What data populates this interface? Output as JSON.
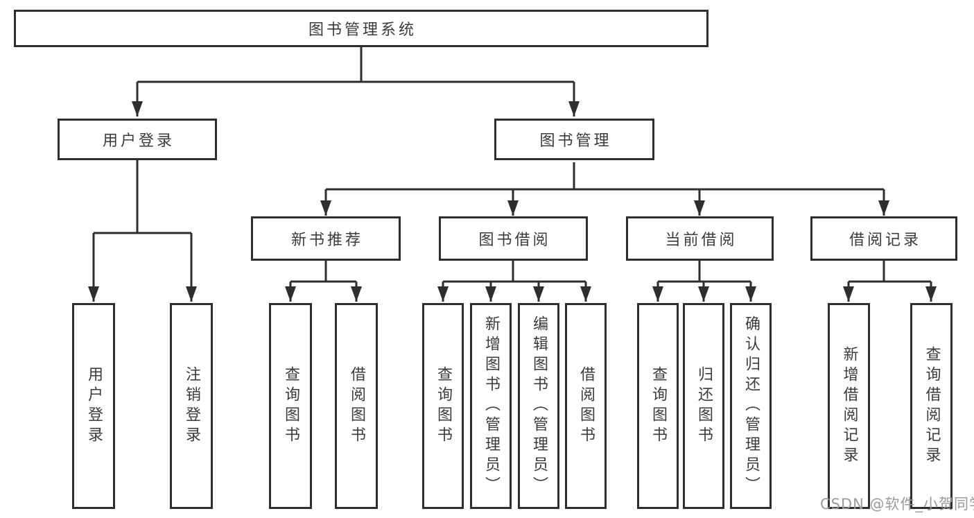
{
  "diagram": {
    "colors": {
      "line": "#2e2e2e",
      "box_border": "#2e2e2e",
      "text": "#3b3b3b",
      "watermark": "#9a9a9a",
      "background": "#ffffff"
    },
    "root": {
      "label": "图书管理系统"
    },
    "level2": {
      "user_login": {
        "label": "用户登录"
      },
      "book_mgmt": {
        "label": "图书管理"
      }
    },
    "level3": {
      "new_books": {
        "label": "新书推荐"
      },
      "borrowing": {
        "label": "图书借阅"
      },
      "current": {
        "label": "当前借阅"
      },
      "records": {
        "label": "借阅记录"
      }
    },
    "leaves": {
      "login": {
        "label": "用户登录"
      },
      "logout": {
        "label": "注销登录"
      },
      "nb_query": {
        "label": "查询图书"
      },
      "nb_borrow": {
        "label": "借阅图书"
      },
      "bw_query": {
        "label": "查询图书"
      },
      "bw_add": {
        "label": "新增图书（管理员）"
      },
      "bw_edit": {
        "label": "编辑图书（管理员）"
      },
      "bw_borrow": {
        "label": "借阅图书"
      },
      "cu_query": {
        "label": "查询图书"
      },
      "cu_return": {
        "label": "归还图书"
      },
      "cu_confirm": {
        "label": "确认归还（管理员）"
      },
      "rc_add": {
        "label": "新增借阅记录"
      },
      "rc_query": {
        "label": "查询借阅记录"
      }
    },
    "watermark": "CSDN @软件_小贺同学"
  }
}
